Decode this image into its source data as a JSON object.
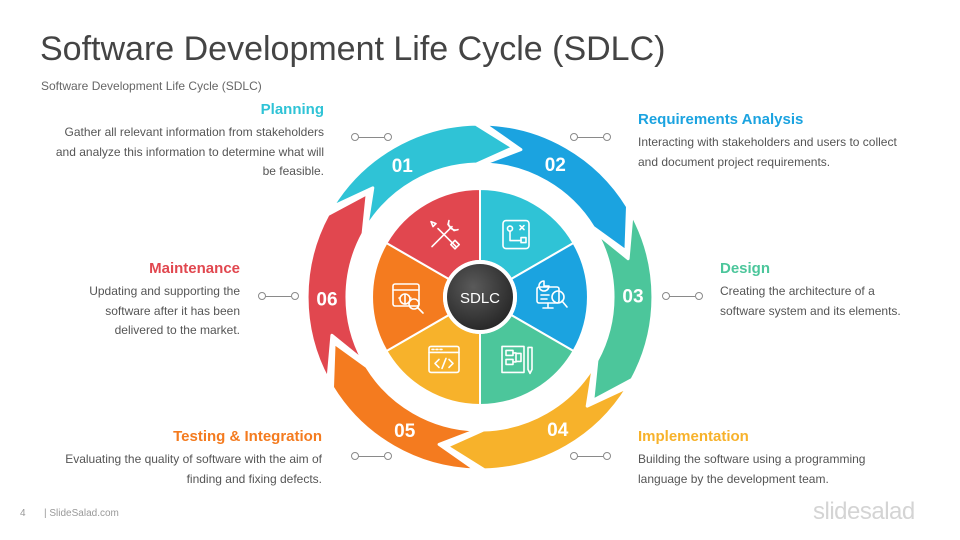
{
  "title": "Software Development Life Cycle (SDLC)",
  "subtitle": "Software Development Life Cycle (SDLC)",
  "center_label": "SDLC",
  "colors": {
    "planning": "#2FC3D6",
    "requirements": "#1BA3E0",
    "design": "#4CC69B",
    "implementation": "#F7B22B",
    "testing": "#F47B1F",
    "maintenance": "#E1474F",
    "center": "#3b3b3b"
  },
  "phases": [
    {
      "number": "01",
      "title": "Planning",
      "description": "Gather all relevant information from stakeholders and analyze this information to determine what will be feasible.",
      "icon": "flowchart-icon",
      "color": "#2FC3D6"
    },
    {
      "number": "02",
      "title": "Requirements Analysis",
      "description": "Interacting with stakeholders and users to collect and document project requirements.",
      "icon": "analysis-icon",
      "color": "#1BA3E0"
    },
    {
      "number": "03",
      "title": "Design",
      "description": "Creating the architecture of a software system and its elements.",
      "icon": "blueprint-icon",
      "color": "#4CC69B"
    },
    {
      "number": "04",
      "title": "Implementation",
      "description": "Building the software using a programming language by the development team.",
      "icon": "code-icon",
      "color": "#F7B22B"
    },
    {
      "number": "05",
      "title": "Testing & Integration",
      "description": "Evaluating the quality of software with the aim of finding and fixing defects.",
      "icon": "bug-icon",
      "color": "#F47B1F"
    },
    {
      "number": "06",
      "title": "Maintenance",
      "description": "Updating and supporting the software after it has been delivered to the market.",
      "icon": "tools-icon",
      "color": "#E1474F"
    }
  ],
  "footer": {
    "page_number": "4",
    "brand": "| SlideSalad.com",
    "logo": "slidesalad"
  }
}
